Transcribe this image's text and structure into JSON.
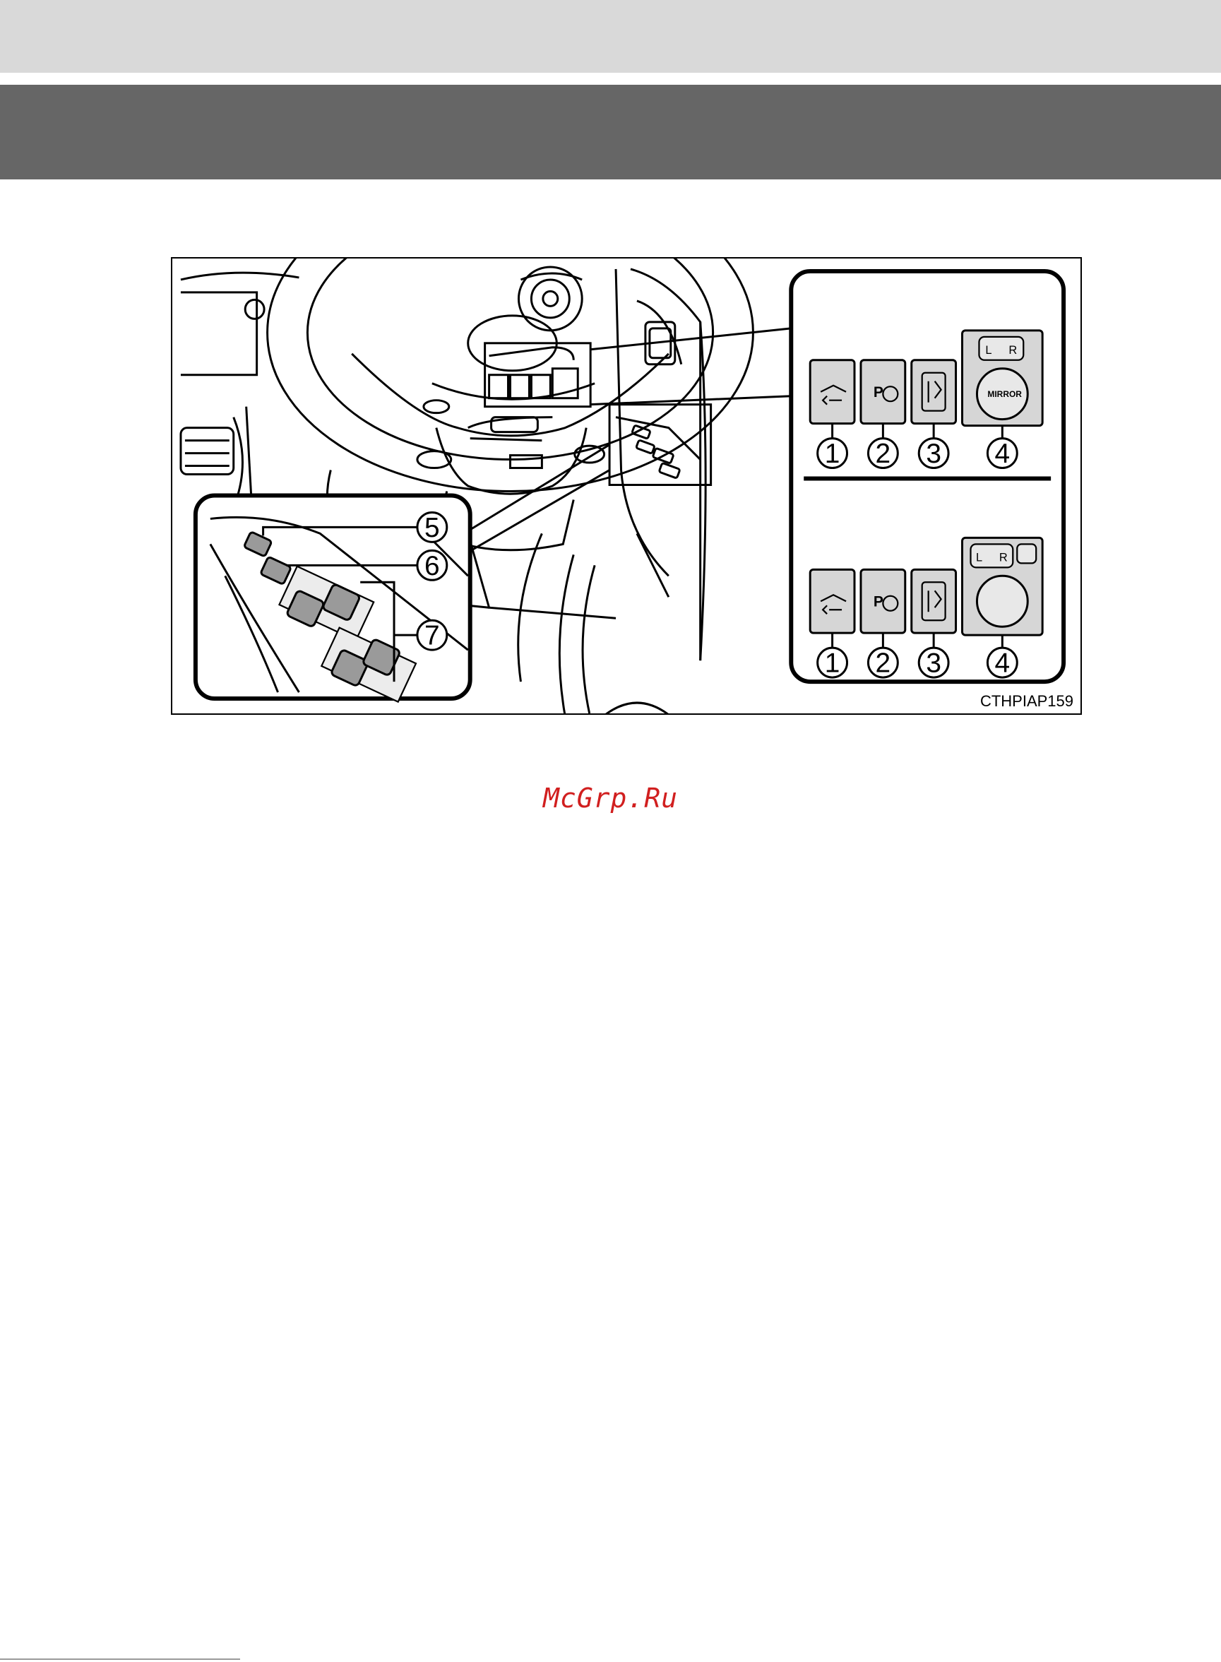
{
  "page": {
    "header_color": "#666666",
    "band_color": "#d9d9d9"
  },
  "figure": {
    "code": "CTHPIAP159",
    "callouts": [
      "1",
      "2",
      "3",
      "4",
      "5",
      "6",
      "7"
    ],
    "mirror_label": "MIRROR",
    "mirror_selector": {
      "left": "L",
      "right": "R"
    },
    "park_symbol": "P"
  },
  "watermark": "McGrp.Ru"
}
